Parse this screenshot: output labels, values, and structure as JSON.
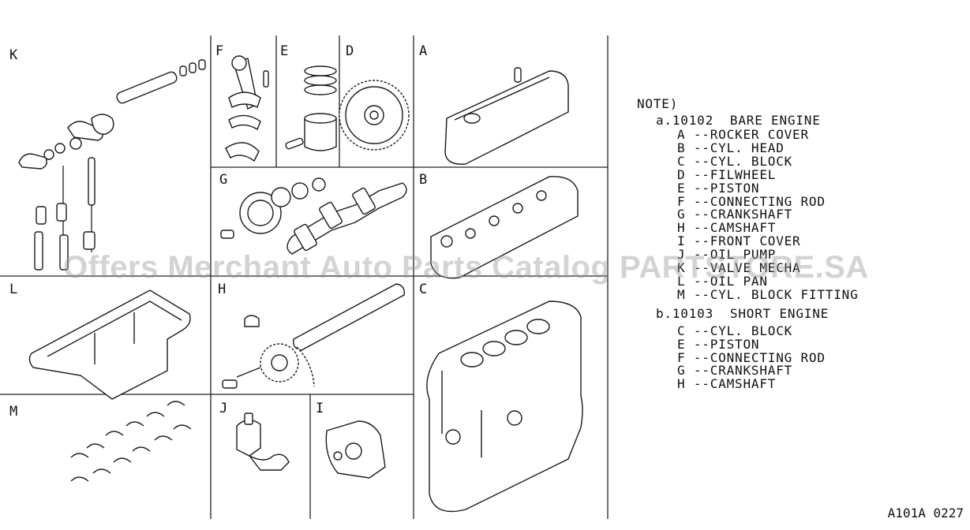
{
  "panels": [
    {
      "key": "K"
    },
    {
      "key": "F"
    },
    {
      "key": "E"
    },
    {
      "key": "D"
    },
    {
      "key": "A"
    },
    {
      "key": "G"
    },
    {
      "key": "B"
    },
    {
      "key": "L"
    },
    {
      "key": "H"
    },
    {
      "key": "C"
    },
    {
      "key": "M"
    },
    {
      "key": "J"
    },
    {
      "key": "I"
    }
  ],
  "note": {
    "title": "NOTE)",
    "group_a": {
      "header": "a.10102  BARE ENGINE",
      "items": [
        "A --ROCKER COVER",
        "B --CYL. HEAD",
        "C --CYL. BLOCK",
        "D --FILWHEEL",
        "E --PISTON",
        "F --CONNECTING ROD",
        "G --CRANKSHAFT",
        "H --CAMSHAFT",
        "I --FRONT COVER",
        "J --OIL PUMP",
        "K --VALVE MECHA",
        "L --OIL PAN",
        "M --CYL. BLOCK FITTING"
      ]
    },
    "group_b": {
      "header": "b.10103  SHORT ENGINE",
      "items": [
        "C --CYL. BLOCK",
        "E --PISTON",
        "F --CONNECTING ROD",
        "G --CRANKSHAFT",
        "H --CAMSHAFT"
      ]
    }
  },
  "watermark": "Offers Merchant Auto Parts Catalog PARTSTORE.SA",
  "diagram_code": "A101A 0227"
}
